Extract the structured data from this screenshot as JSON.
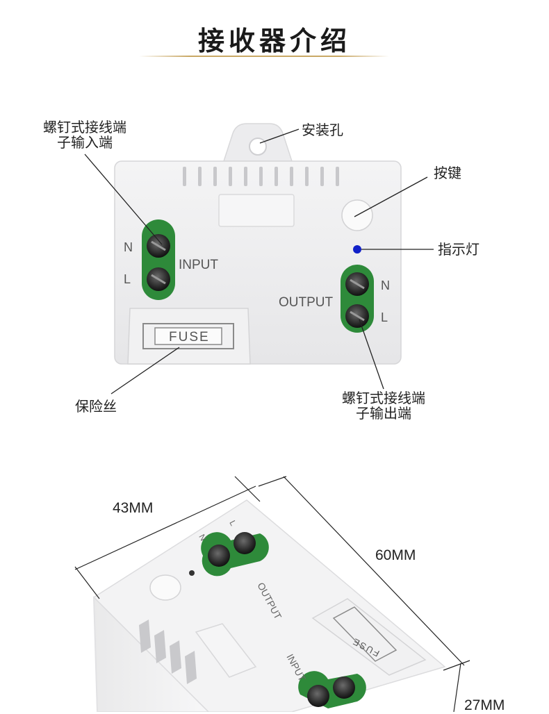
{
  "header": {
    "title": "接收器介绍"
  },
  "callouts": {
    "screw_input": [
      "螺钉式接线端",
      "子输入端"
    ],
    "mount_hole": "安装孔",
    "button": "按键",
    "indicator": "指示灯",
    "fuse": "保险丝",
    "screw_output": [
      "螺钉式接线端",
      "子输出端"
    ]
  },
  "device_labels": {
    "input": "INPUT",
    "output": "OUTPUT",
    "fuse": "FUSE",
    "neutral": "N",
    "live": "L"
  },
  "dimensions": {
    "width": "43MM",
    "length": "60MM",
    "height": "27MM"
  },
  "colors": {
    "terminal_green": "#2e8a3a",
    "indicator_blue": "#1020c8",
    "title_underline": "#c9a865"
  }
}
